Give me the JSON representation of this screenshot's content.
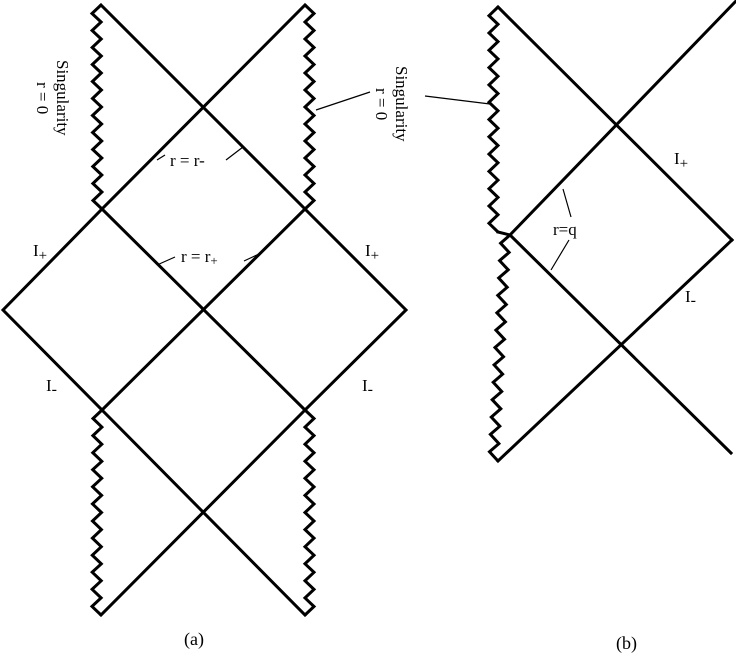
{
  "panel_a": {
    "singularity_label": "Singularity",
    "singularity_r": "r = 0",
    "inner_horizon": "r = r-",
    "outer_horizon_prefix": "r = r",
    "outer_horizon_sub": "+",
    "scri_plus_main": "I",
    "scri_plus_sub": "+",
    "scri_minus_main": "I",
    "scri_minus_sub": "-",
    "caption": "(a)"
  },
  "panel_b": {
    "singularity_label": "Singularity",
    "singularity_r": "r = 0",
    "horizon": "r=q",
    "scri_plus_main": "I",
    "scri_plus_sub": "+",
    "scri_minus_main": "I",
    "scri_minus_sub": "-",
    "caption": "(b)"
  }
}
